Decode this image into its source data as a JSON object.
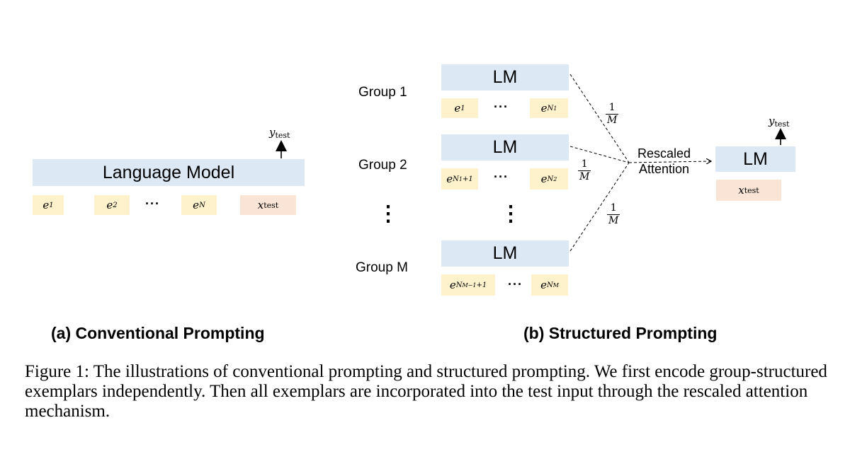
{
  "panel_a": {
    "model_label": "Language Model",
    "exemplars": [
      {
        "base": "e",
        "sub": "1"
      },
      {
        "base": "e",
        "sub": "2"
      },
      {
        "base": "e",
        "sub": "N"
      }
    ],
    "ellipsis": "···",
    "test_input": {
      "base": "x",
      "sub": "test"
    },
    "output": {
      "base": "y",
      "sub": "test"
    },
    "title": "(a) Conventional Prompting"
  },
  "panel_b": {
    "groups": [
      {
        "label": "Group 1",
        "lm": "LM",
        "first": {
          "base": "e",
          "sub": "1"
        },
        "last": {
          "base": "e",
          "sub": "N",
          "subsub": "1"
        }
      },
      {
        "label": "Group 2",
        "lm": "LM",
        "first": {
          "base": "e",
          "sub": "N",
          "subsub": "1",
          "suffix": "+1"
        },
        "last": {
          "base": "e",
          "sub": "N",
          "subsub": "2"
        }
      },
      {
        "label": "Group M",
        "lm": "LM",
        "first": {
          "base": "e",
          "sub": "N",
          "subsub": "M−1",
          "suffix": "+1"
        },
        "last": {
          "base": "e",
          "sub": "N",
          "subsub": "M"
        }
      }
    ],
    "ellipsis": "···",
    "vertical_ellipsis": "⋮",
    "weight": {
      "num": "1",
      "den": "M"
    },
    "rescaled_label_1": "Rescaled",
    "rescaled_label_2": "Attention",
    "final_lm": "LM",
    "test_input": {
      "base": "x",
      "sub": "test"
    },
    "output": {
      "base": "y",
      "sub": "test"
    },
    "title": "(b) Structured Prompting"
  },
  "caption": "Figure 1: The illustrations of conventional prompting and structured prompting. We first encode group-structured exemplars independently. Then all exemplars are incorporated into the test input through the rescaled attention mechanism."
}
